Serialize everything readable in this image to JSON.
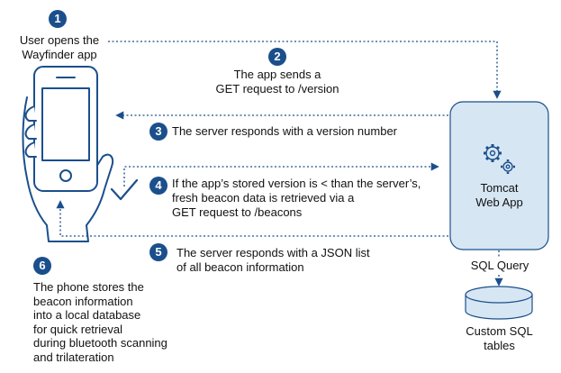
{
  "colors": {
    "accent": "#1b4f8c",
    "server_fill": "#d6e6f3",
    "line": "#1b4f8c",
    "text": "#111111"
  },
  "steps": [
    {
      "number": "1",
      "lines": [
        "User opens the",
        "Wayfinder app"
      ]
    },
    {
      "number": "2",
      "lines": [
        "The app sends a",
        "GET request to /version"
      ]
    },
    {
      "number": "3",
      "lines": [
        "The server responds with a version number"
      ]
    },
    {
      "number": "4",
      "lines": [
        "If the app’s stored version is < than the server’s,",
        "fresh beacon data is retrieved via a",
        "GET request to /beacons"
      ]
    },
    {
      "number": "5",
      "lines": [
        "The server responds with a JSON list",
        "of all beacon information"
      ]
    },
    {
      "number": "6",
      "lines": [
        "The phone stores the",
        "beacon information",
        "into a local database",
        "for quick retrieval",
        "during bluetooth scanning",
        "and trilateration"
      ]
    }
  ],
  "server": {
    "lines": [
      "Tomcat",
      "Web App"
    ],
    "icon": "gears-icon"
  },
  "sql_query_label": "SQL Query",
  "database": {
    "lines": [
      "Custom SQL",
      "tables"
    ],
    "icon": "database-icon"
  },
  "phone": {
    "icon": "hand-holding-phone-icon"
  },
  "checkmark": {
    "icon": "checkmark-icon"
  }
}
